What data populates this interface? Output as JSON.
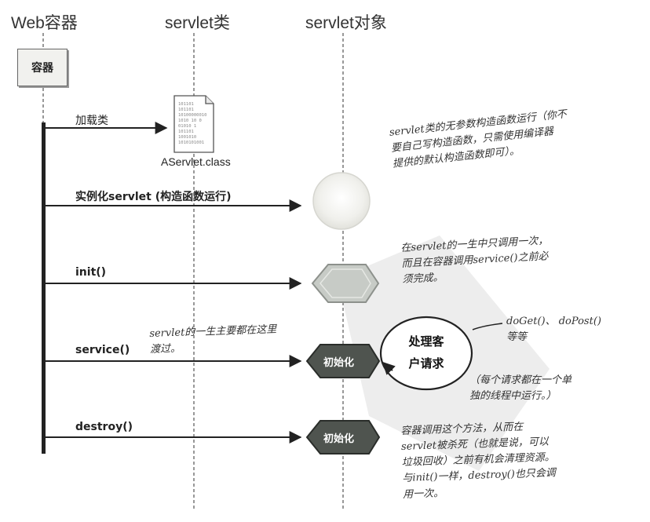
{
  "columns": {
    "web_container": "Web容器",
    "servlet_class": "servlet类",
    "servlet_object": "servlet对象"
  },
  "container_box": {
    "label": "容器"
  },
  "class_file": {
    "name": "AServlet.class"
  },
  "steps": {
    "load": "加载类",
    "instantiate": "实例化servlet (构造函数运行)",
    "init": "init()",
    "service": "service()",
    "destroy": "destroy()"
  },
  "hexagons": {
    "service": "初始化",
    "destroy": "初始化"
  },
  "handler_circle": {
    "line1": "处理客",
    "line2": "户请求"
  },
  "notes": {
    "constructor": [
      "servlet类的无参数构造函数运行（你不",
      "要自己写构造函数，只需使用编译器",
      "提供的默认构造函数即可）。"
    ],
    "init": [
      "在servlet的一生中只调用一次，",
      "而且在容器调用service()之前必",
      "须完成。"
    ],
    "service_life": [
      "servlet的一生主要都在这里",
      "渡过。"
    ],
    "doget": [
      "doGet()、 doPost()",
      "等等"
    ],
    "thread": [
      "（每个请求都在一个单",
      "独的线程中运行。）"
    ],
    "destroy": [
      "容器调用这个方法，从而在",
      "servlet被杀死（也就是说，可以",
      "垃圾回收）之前有机会清理资源。",
      "与init()一样，destroy()也只会调",
      "用一次。"
    ]
  },
  "colors": {
    "hexagon_gray": "#c7cbc6",
    "hexagon_dark": "#4f544f",
    "box_fill": "#f1f1ee",
    "line": "#222222"
  }
}
